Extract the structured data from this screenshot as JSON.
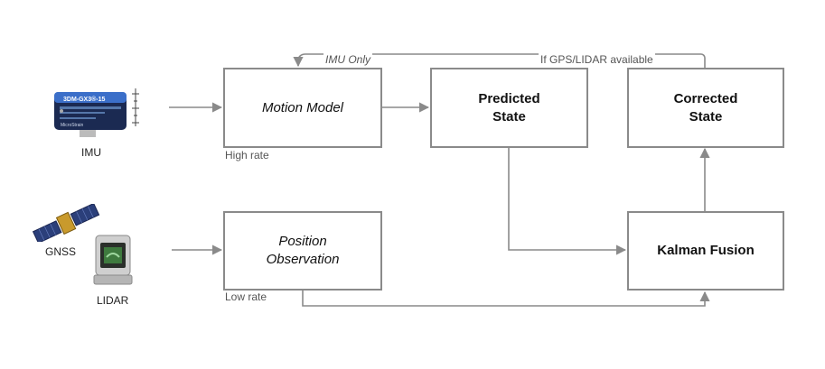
{
  "boxes": {
    "motion_model": "Motion Model",
    "predicted_state": "Predicted\nState",
    "corrected_state": "Corrected\nState",
    "position_observation": "Position\nObservation",
    "kalman_fusion": "Kalman Fusion"
  },
  "notes": {
    "high_rate": "High rate",
    "low_rate": "Low rate",
    "imu_only": "IMU Only",
    "gps_lidar": "If GPS/LIDAR available"
  },
  "devices": {
    "imu": "IMU",
    "gnss": "GNSS",
    "lidar": "LIDAR"
  },
  "imu_device_text": {
    "model": "3DM-GX3®-15",
    "brand": "MicroStrain"
  },
  "colors": {
    "box_border": "#8a8a8a",
    "arrow": "#8a8a8a",
    "imu_body": "#1b2a52",
    "imu_band": "#3b6fc9"
  }
}
